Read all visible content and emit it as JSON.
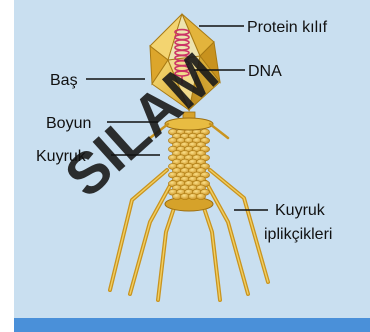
{
  "colors": {
    "background": "#c9dff0",
    "bottom_bar": "#4a90d9",
    "phage_gold": "#e8b830",
    "phage_dark": "#b8861a",
    "dna": "#cc3366"
  },
  "labels": {
    "protein_coat": "Protein kılıf",
    "dna": "DNA",
    "head": "Baş",
    "neck": "Boyun",
    "tail": "Kuyruk",
    "tail_fibers_line1": "Kuyruk",
    "tail_fibers_line2": "iplikçikleri"
  },
  "watermark": "SILAM"
}
